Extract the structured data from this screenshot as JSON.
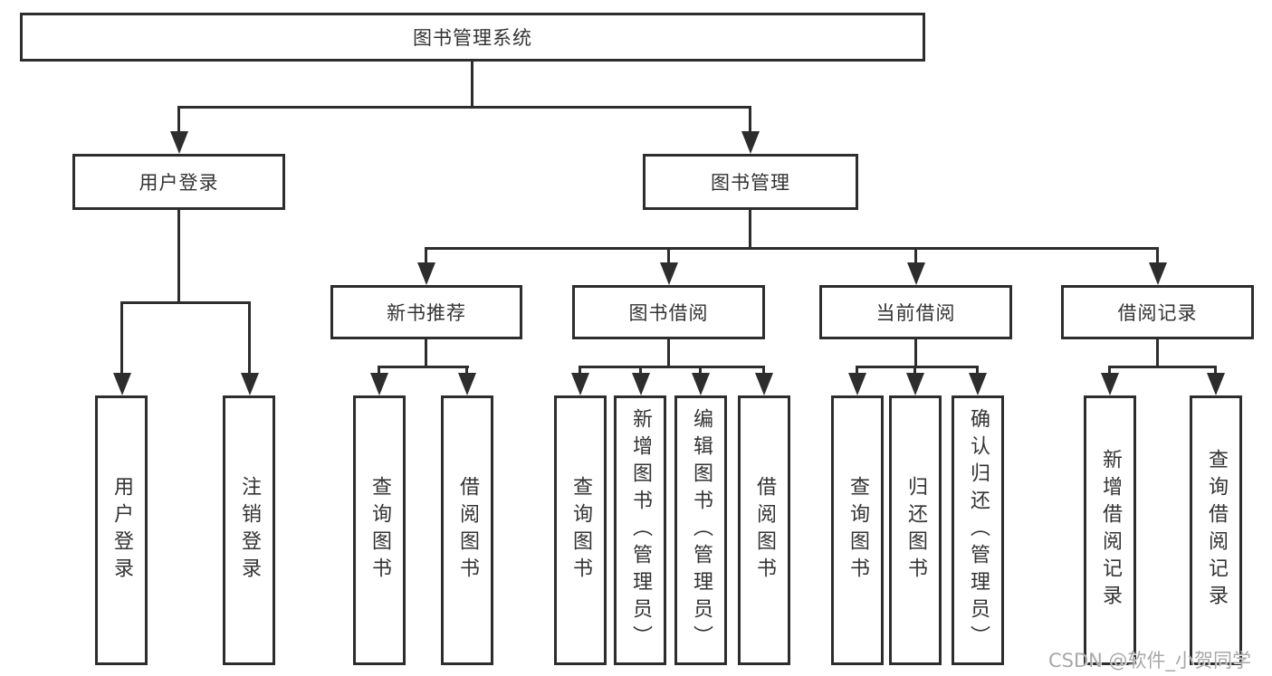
{
  "diagram": {
    "tree": {
      "label": "图书管理系统",
      "children": [
        {
          "label": "用户登录",
          "children": [
            {
              "label": "用户登录"
            },
            {
              "label": "注销登录"
            }
          ]
        },
        {
          "label": "图书管理",
          "children": [
            {
              "label": "新书推荐",
              "children": [
                {
                  "label": "查询图书"
                },
                {
                  "label": "借阅图书"
                }
              ]
            },
            {
              "label": "图书借阅",
              "children": [
                {
                  "label": "查询图书"
                },
                {
                  "label": "新增图书（管理员）"
                },
                {
                  "label": "编辑图书（管理员）"
                },
                {
                  "label": "借阅图书"
                }
              ]
            },
            {
              "label": "当前借阅",
              "children": [
                {
                  "label": "查询图书"
                },
                {
                  "label": "归还图书"
                },
                {
                  "label": "确认归还（管理员）"
                }
              ]
            },
            {
              "label": "借阅记录",
              "children": [
                {
                  "label": "新增借阅记录"
                },
                {
                  "label": "查询借阅记录"
                }
              ]
            }
          ]
        }
      ]
    },
    "colors": {
      "line": "#2d2d2d",
      "text": "#333333",
      "background": "#ffffff",
      "watermark": "#a8a8a8"
    }
  },
  "watermark": {
    "text": "CSDN @软件_小贺同学"
  }
}
